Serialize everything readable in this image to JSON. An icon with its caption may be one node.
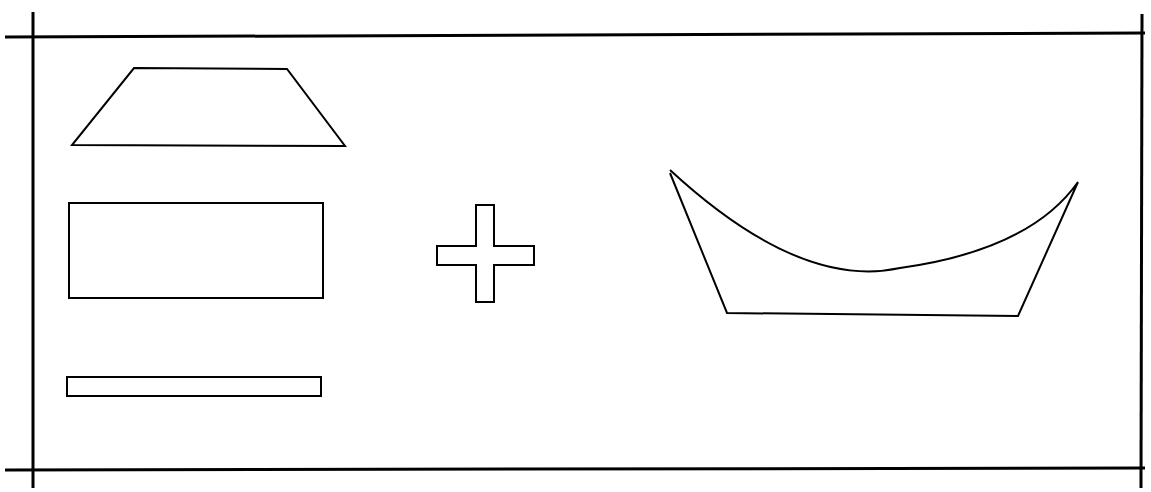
{
  "diagram": {
    "nodes": [
      {
        "text": [],
        "shape": "trapezoid"
      },
      {
        "text": [],
        "shape": "box"
      },
      {
        "text": [],
        "shape": "bar"
      },
      {
        "text": [],
        "shape": "cross"
      },
      {
        "text": [],
        "shape": "bowl"
      }
    ]
  }
}
